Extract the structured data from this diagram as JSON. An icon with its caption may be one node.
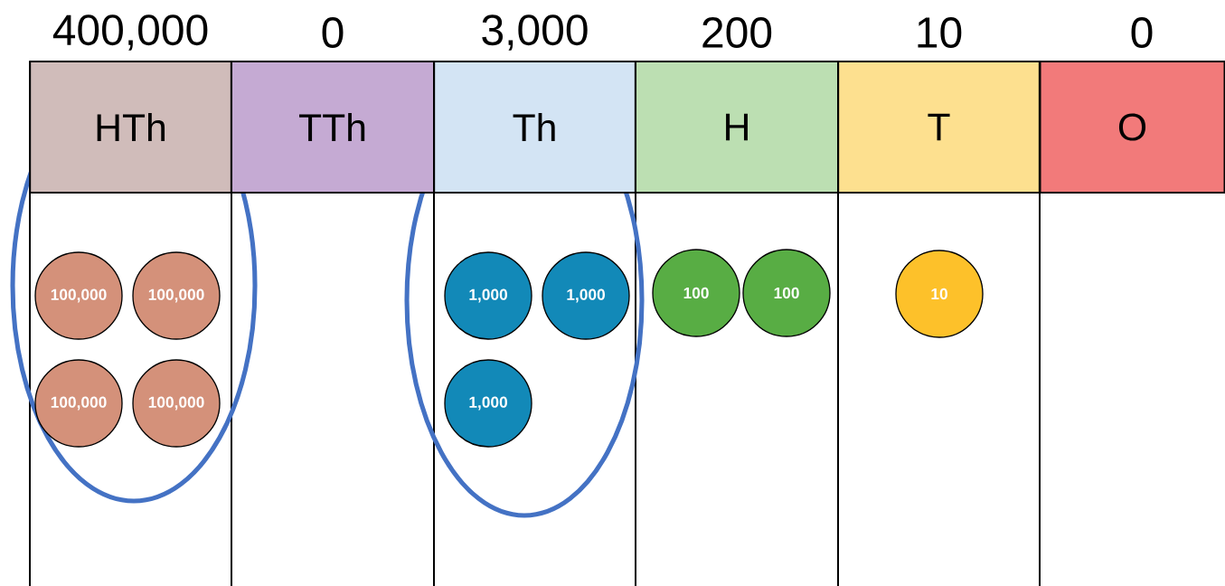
{
  "diagram": {
    "nodes": [
      {
        "text": [
          "HTh"
        ],
        "beside": [
          "400,000"
        ]
      },
      {
        "text": [
          "TTh"
        ],
        "beside": [
          "0"
        ]
      },
      {
        "text": [
          "Th"
        ],
        "beside": [
          "3,000"
        ]
      },
      {
        "text": [
          "H"
        ],
        "beside": [
          "200"
        ]
      },
      {
        "text": [
          "T"
        ],
        "beside": [
          "10"
        ]
      },
      {
        "text": [
          "O"
        ],
        "beside": [
          "0"
        ]
      },
      {
        "text": [
          "100,000"
        ]
      },
      {
        "text": [
          "100,000"
        ]
      },
      {
        "text": [
          "100,000"
        ]
      },
      {
        "text": [
          "100,000"
        ]
      },
      {
        "text": [
          "1,000"
        ]
      },
      {
        "text": [
          "1,000"
        ]
      },
      {
        "text": [
          "1,000"
        ]
      },
      {
        "text": [
          "100"
        ]
      },
      {
        "text": [
          "100"
        ]
      },
      {
        "text": [
          "10"
        ]
      }
    ]
  }
}
